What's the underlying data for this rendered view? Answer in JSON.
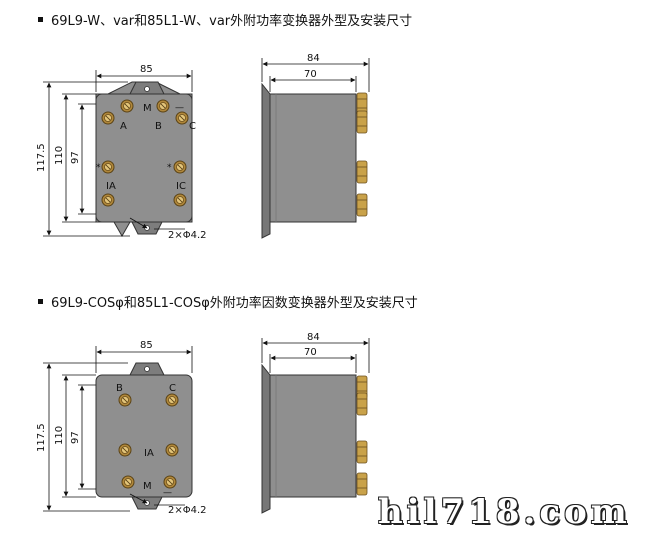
{
  "section1": {
    "title": "69L9-W、var和85L1-W、var外附功率变换器外型及安装尺寸",
    "dims": {
      "width": "85",
      "height_total": "117.5",
      "height_mid": "110",
      "height_inner": "97",
      "side_total": "84",
      "side_inner": "70"
    },
    "hole_label": "2×Φ4.2",
    "terminals_top": {
      "a": "A",
      "m": "M",
      "b": "B",
      "minus": "—",
      "c": "C"
    },
    "terminals_mid": {
      "ia": "IA",
      "ic": "IC",
      "star_left": "*",
      "star_right": "*"
    }
  },
  "section2": {
    "title": "69L9-COSφ和85L1-COSφ外附功率因数变换器外型及安装尺寸",
    "dims": {
      "width": "85",
      "height_total": "117.5",
      "height_mid": "110",
      "height_inner": "97",
      "side_total": "84",
      "side_inner": "70"
    },
    "hole_label": "2×Φ4.2",
    "terminals": {
      "b": "B",
      "c": "C",
      "ia": "IA",
      "m": "M",
      "minus": "—"
    }
  },
  "watermark": "hil718.com",
  "colors": {
    "housing": "#8f8f8f",
    "housing_dark": "#6f6f6f",
    "line": "#111111",
    "terminal": "#c9a24a"
  }
}
